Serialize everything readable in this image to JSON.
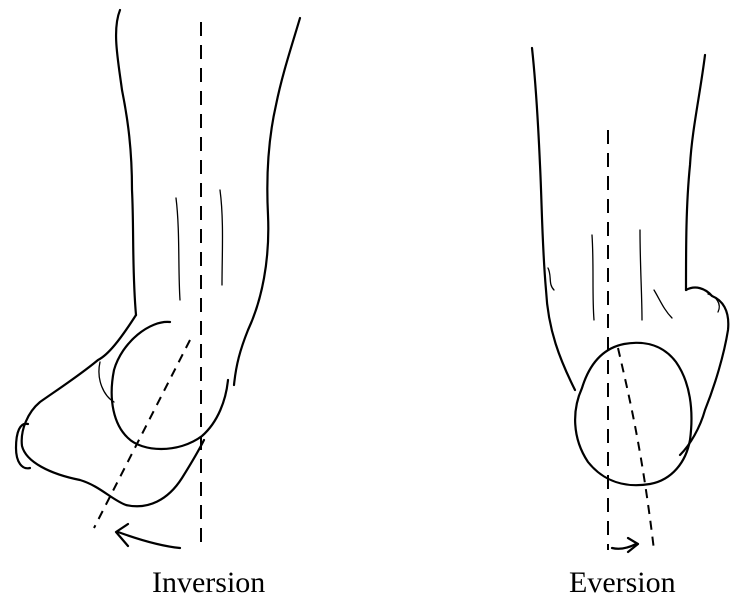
{
  "figure": {
    "panels": [
      {
        "id": "inversion",
        "label": "Inversion"
      },
      {
        "id": "eversion",
        "label": "Eversion"
      }
    ],
    "colors": {
      "ink": "#000000",
      "background": "#ffffff"
    }
  }
}
